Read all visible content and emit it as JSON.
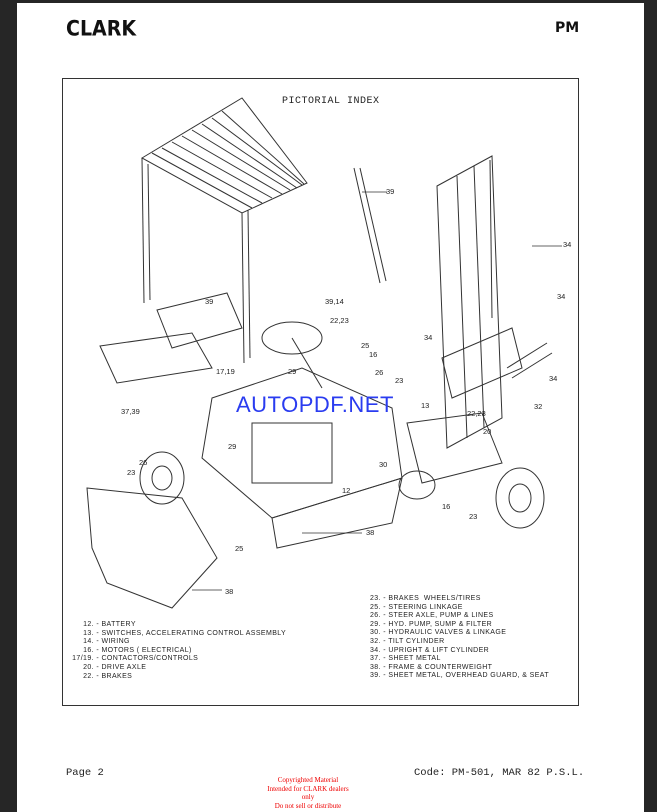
{
  "header": {
    "logo": "CLARK",
    "model": "PM"
  },
  "figure": {
    "title": "PICTORIAL INDEX",
    "callouts": [
      "39",
      "39",
      "39,14",
      "22,23",
      "25",
      "16",
      "17,19",
      "29",
      "26",
      "23",
      "13",
      "37,39",
      "22,23",
      "20",
      "29",
      "30",
      "26",
      "23",
      "12",
      "16",
      "23",
      "38",
      "25",
      "38",
      "34",
      "34",
      "34",
      "32",
      "34"
    ],
    "legend_left": [
      {
        "num": "12.",
        "sep": "-",
        "text": "BATTERY"
      },
      {
        "num": "13.",
        "sep": "-",
        "text": "SWITCHES, ACCELERATING CONTROL ASSEMBLY"
      },
      {
        "num": "14.",
        "sep": "-",
        "text": "WIRING"
      },
      {
        "num": "16.",
        "sep": "-",
        "text": "MOTORS ( ELECTRICAL)"
      },
      {
        "num": "17/19.",
        "sep": "-",
        "text": "CONTACTORS/CONTROLS"
      },
      {
        "num": "20.",
        "sep": "-",
        "text": "DRIVE AXLE"
      },
      {
        "num": "22.",
        "sep": "-",
        "text": "BRAKES"
      }
    ],
    "legend_right": [
      {
        "num": "23.",
        "sep": "-",
        "text": "BRAKES  WHEELS/TIRES"
      },
      {
        "num": "25.",
        "sep": "-",
        "text": "STEERING LINKAGE"
      },
      {
        "num": "26.",
        "sep": "-",
        "text": "STEER AXLE, PUMP & LINES"
      },
      {
        "num": "29.",
        "sep": "-",
        "text": "HYD. PUMP, SUMP & FILTER"
      },
      {
        "num": "30.",
        "sep": "-",
        "text": "HYDRAULIC VALVES & LINKAGE"
      },
      {
        "num": "32.",
        "sep": "-",
        "text": "TILT CYLINDER"
      },
      {
        "num": "34.",
        "sep": "-",
        "text": "UPRIGHT & LIFT CYLINDER"
      },
      {
        "num": "37.",
        "sep": "-",
        "text": "SHEET METAL"
      },
      {
        "num": "38.",
        "sep": "-",
        "text": "FRAME & COUNTERWEIGHT"
      },
      {
        "num": "39.",
        "sep": "-",
        "text": "SHEET METAL, OVERHEAD GUARD, & SEAT"
      }
    ]
  },
  "watermark": "AUTOPDF.NET",
  "footer": {
    "page": "Page 2",
    "code": "Code: PM-501, MAR 82 P.S.L.",
    "copyright": [
      "Copyrighted Material",
      "Intended for CLARK dealers only",
      "Do not sell or distribute"
    ]
  },
  "colors": {
    "watermark": "#2a3cf0",
    "copyright": "#ee0000"
  }
}
